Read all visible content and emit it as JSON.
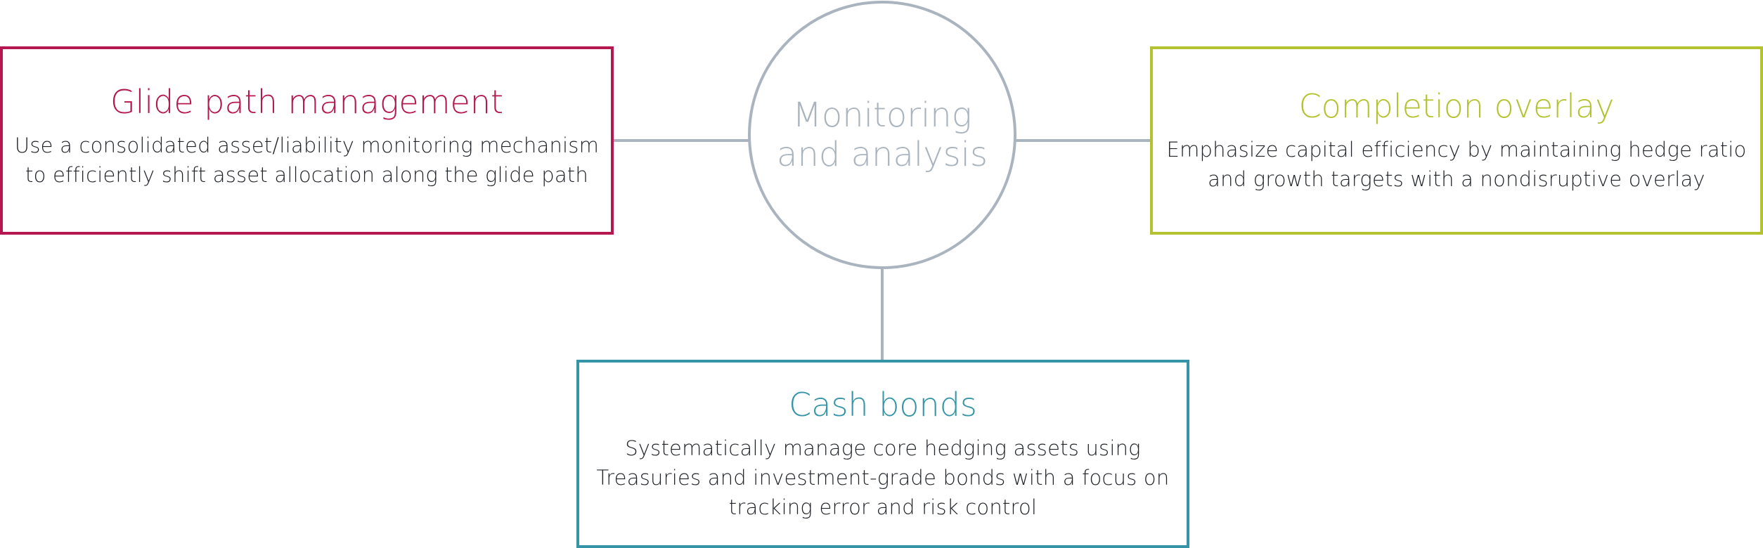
{
  "colors": {
    "connector": "#a9b4bf",
    "hub": "#a9b4bf",
    "glide": "#b5174f",
    "completion": "#b3c22e",
    "cash": "#3595a7",
    "body_text": "#1f2328"
  },
  "hub": {
    "lines": [
      "Monitoring",
      "and analysis"
    ]
  },
  "boxes": {
    "glide": {
      "title": "Glide path management",
      "lines": [
        "Use a consolidated asset/liability monitoring mechanism",
        "to efficiently shift asset allocation along the glide path"
      ]
    },
    "completion": {
      "title": "Completion overlay",
      "lines": [
        "Emphasize capital efficiency by maintaining hedge ratio",
        "and growth targets with a nondisruptive overlay"
      ]
    },
    "cash": {
      "title": "Cash bonds",
      "lines": [
        "Systematically manage core hedging assets using",
        "Treasuries and investment-grade bonds with a focus on",
        "tracking error and risk control"
      ]
    }
  }
}
